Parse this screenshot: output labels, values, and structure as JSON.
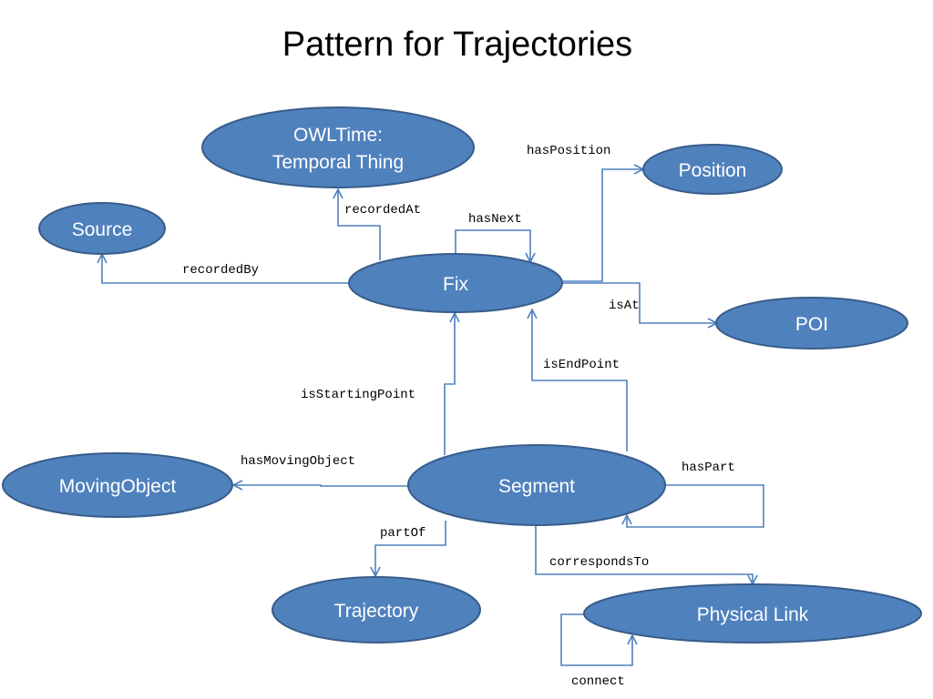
{
  "title": "Pattern for Trajectories",
  "nodes": {
    "owltime_line1": "OWLTime:",
    "owltime_line2": "Temporal Thing",
    "position": "Position",
    "source": "Source",
    "fix": "Fix",
    "poi": "POI",
    "moving_object": "MovingObject",
    "segment": "Segment",
    "trajectory": "Trajectory",
    "physical_link": "Physical Link"
  },
  "edges": {
    "has_position": "hasPosition",
    "recorded_at": "recordedAt",
    "has_next": "hasNext",
    "recorded_by": "recordedBy",
    "is_at": "isAt",
    "is_end_point": "isEndPoint",
    "is_starting_point": "isStartingPoint",
    "has_moving_object": "hasMovingObject",
    "has_part": "hasPart",
    "part_of": "partOf",
    "corresponds_to": "correspondsTo",
    "connect": "connect"
  },
  "colors": {
    "node_fill": "#4f81bd",
    "node_stroke": "#385d8a",
    "edge": "#4f81bd"
  }
}
